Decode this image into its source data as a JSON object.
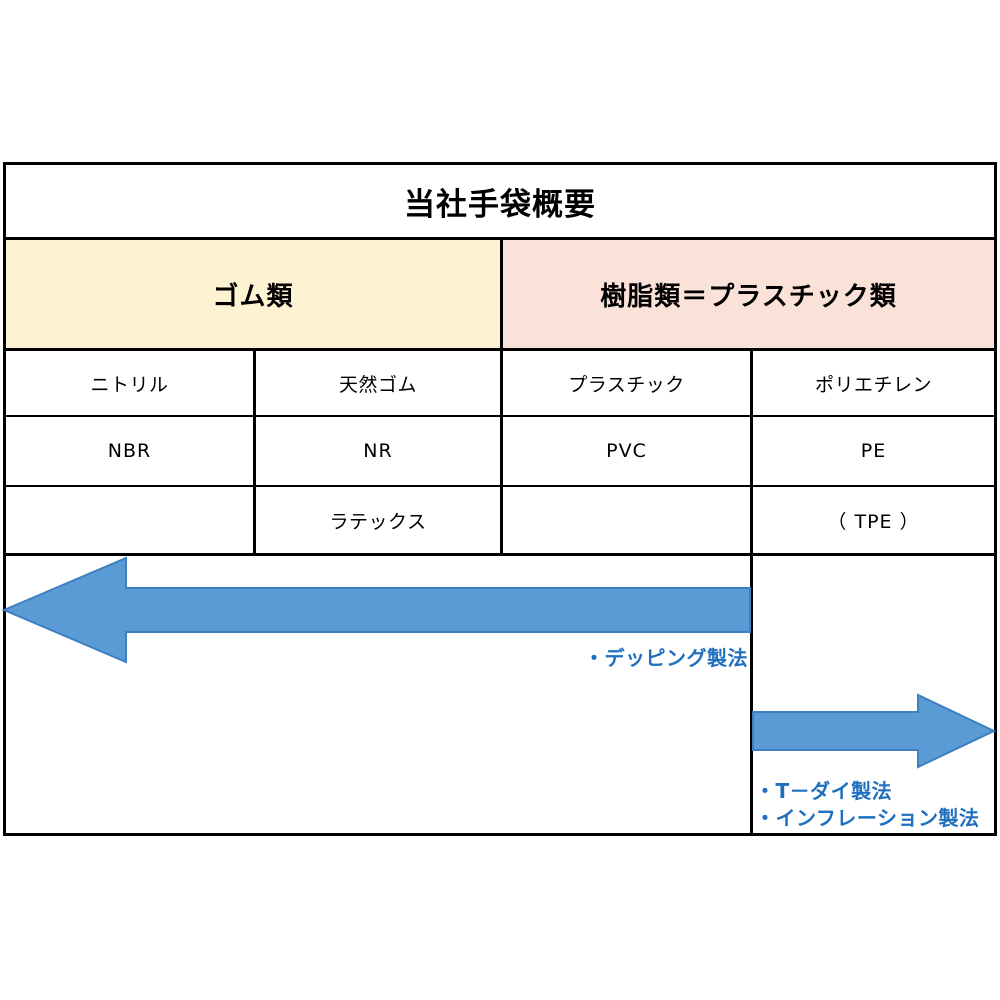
{
  "diagram": {
    "title": "当社手袋概要",
    "groups": [
      {
        "label": "ゴム類",
        "color": "#FDF2D1"
      },
      {
        "label": "樹脂類＝プラスチック類",
        "color": "#FAE2D9"
      }
    ],
    "columns": [
      {
        "material": "ニトリル",
        "code": "NBR",
        "extra": ""
      },
      {
        "material": "天然ゴム",
        "code": "NR",
        "extra": "ラテックス"
      },
      {
        "material": "プラスチック",
        "code": "PVC",
        "extra": ""
      },
      {
        "material": "ポリエチレン",
        "code": "PE",
        "extra": "（ TPE ）"
      }
    ],
    "arrows": [
      {
        "name": "dipping-arrow",
        "direction": "left",
        "color": "#5B9BD5"
      },
      {
        "name": "extrusion-arrow",
        "direction": "right",
        "color": "#5B9BD5"
      }
    ],
    "annotations": {
      "dipping": "・デッピング製法",
      "t_die": "・T－ダイ製法",
      "inflation": "・インフレーション製法",
      "color": "#1F6FBF"
    }
  }
}
